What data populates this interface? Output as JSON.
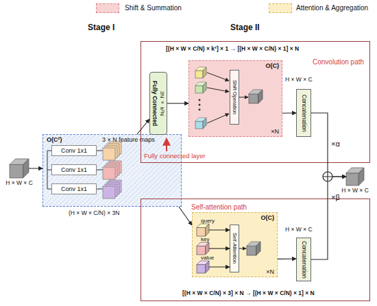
{
  "diagram": {
    "nodes": [
      {
        "text": [
          "H × W × C"
        ]
      },
      {
        "text": [
          "O(C²)",
          "3 × N feature maps"
        ]
      },
      {
        "text": [
          "Conv 1x1"
        ],
        "in": 1
      },
      {
        "text": [
          "Conv 1x1"
        ],
        "in": 1
      },
      {
        "text": [
          "Conv 1x1"
        ],
        "in": 1
      },
      {
        "text": [
          "[(H × W × C/N) × k²] × 1 → [(H × W × C/N) × 1] × N",
          "Convolution path"
        ]
      },
      {
        "text": [
          "Fully Connected",
          "3N × k²N"
        ],
        "in": 5
      },
      {
        "text": [
          "O(C)",
          "×N"
        ],
        "in": 5
      },
      {
        "text": [
          "Shift Operation"
        ],
        "in": 7
      },
      {
        "text": [
          "Concatenation"
        ],
        "in": 5
      },
      {
        "text": [
          "Self-attention path",
          "[(H × W × C/N) × 3] × N → [(H × W × C/N) × 1] × N"
        ]
      },
      {
        "text": [
          "O(C)",
          "×N"
        ],
        "in": 10
      },
      {
        "text": [
          "query"
        ],
        "in": 11
      },
      {
        "text": [
          "key"
        ],
        "in": 11
      },
      {
        "text": [
          "value"
        ],
        "in": 11
      },
      {
        "text": [
          "Self-Attention"
        ],
        "in": 11
      },
      {
        "text": [
          "Concatenation"
        ],
        "in": 10
      },
      {
        "text": [
          "H × W × C"
        ]
      }
    ],
    "edges": [
      {
        "from": 0,
        "to": 1,
        "arrow": "to"
      },
      {
        "from": 1,
        "to": 6,
        "arrow": "to"
      },
      {
        "from": 1,
        "to": 11,
        "arrow": "to"
      },
      {
        "from": 6,
        "to": 7,
        "arrow": "to"
      },
      {
        "from": 7,
        "to": 9,
        "arrow": "to"
      },
      {
        "from": 12,
        "to": 15,
        "arrow": "to"
      },
      {
        "from": 13,
        "to": 15,
        "arrow": "to"
      },
      {
        "from": 14,
        "to": 15,
        "arrow": "to"
      },
      {
        "from": 11,
        "to": 16,
        "arrow": "to"
      },
      {
        "from": 9,
        "to": 17,
        "label": "×α",
        "arrow": "to"
      },
      {
        "from": 16,
        "to": 17,
        "label": "×β",
        "arrow": "to"
      }
    ],
    "labels": [
      "Stage I",
      "Stage II",
      "(H × W × C/N) × 3N",
      "H × W × C",
      "Fully connected layer",
      "H × W × C"
    ],
    "legend": [
      {
        "text": "Shift & Summation",
        "color": "#f8d3d3"
      },
      {
        "text": "Attention & Aggregation",
        "color": "#fcefc6"
      }
    ]
  }
}
